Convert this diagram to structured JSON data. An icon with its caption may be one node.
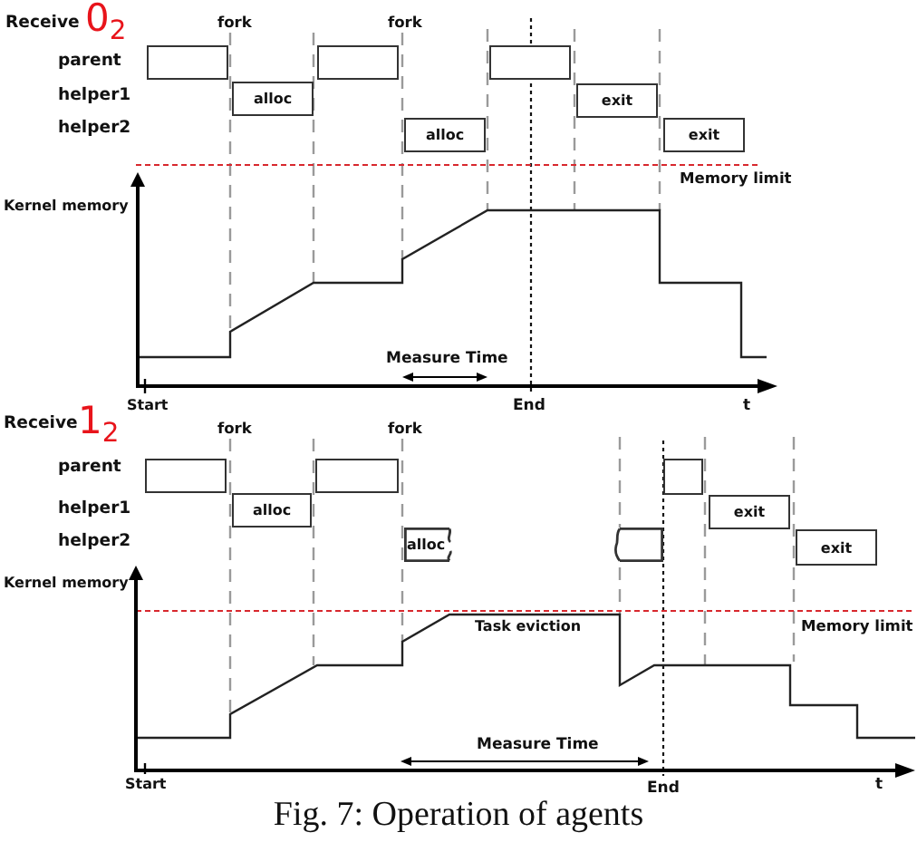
{
  "diagram": {
    "caption": "Fig. 7: Operation of agents",
    "nodes": [
      {
        "text": [],
        "shape": "box"
      },
      {
        "text": [],
        "shape": "box"
      },
      {
        "text": [],
        "shape": "box"
      },
      {
        "text": [
          "alloc"
        ]
      },
      {
        "text": [
          "exit"
        ]
      },
      {
        "text": [
          "alloc"
        ]
      },
      {
        "text": [
          "exit"
        ]
      },
      {
        "text": [],
        "shape": "box"
      },
      {
        "text": [],
        "shape": "box"
      },
      {
        "text": [],
        "shape": "box"
      },
      {
        "text": [
          "alloc"
        ]
      },
      {
        "text": [
          "exit"
        ]
      },
      {
        "text": [
          "alloc"
        ]
      },
      {
        "text": [],
        "shape": "box"
      },
      {
        "text": [
          "exit"
        ]
      }
    ],
    "labels": [
      "Receive",
      "0$_{2}$",
      "fork",
      "fork",
      "parent",
      "helper1",
      "helper2",
      "Memory limit",
      "Kernel memory",
      "Measure Time",
      "Start",
      "End",
      "t",
      "Receive",
      "1$_{2}$",
      "fork",
      "fork",
      "parent",
      "helper1",
      "helper2",
      "Kernel memory",
      "Task eviction",
      "Memory limit",
      "Measure Time",
      "Start",
      "End",
      "t"
    ]
  }
}
